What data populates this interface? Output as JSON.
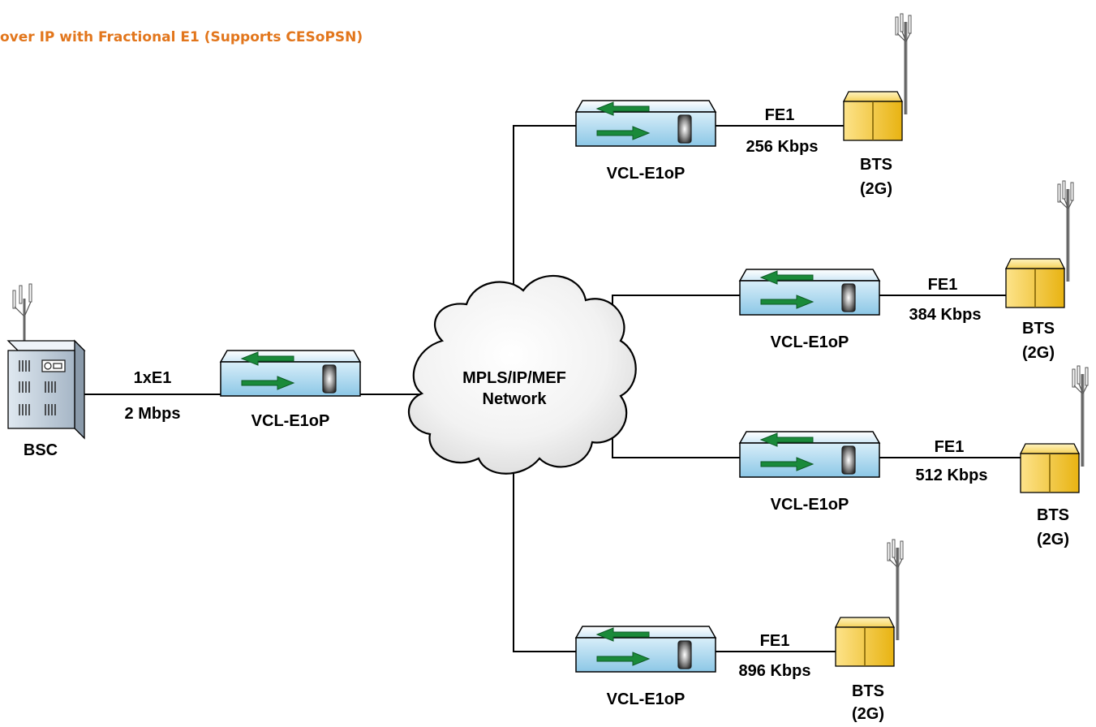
{
  "title": "over IP with Fractional E1 (Supports CESoPSN)",
  "colors": {
    "title": "#e2761c",
    "device_body": "#a9d6ee",
    "arrow": "#1a8a3a",
    "bts": "#f2c21f",
    "line": "#000000"
  },
  "bsc": {
    "label": "BSC",
    "link_top": "1xE1",
    "link_bottom": "2 Mbps"
  },
  "main_device": {
    "label": "VCL-E1oP"
  },
  "cloud": {
    "line1": "MPLS/IP/MEF",
    "line2": "Network"
  },
  "branches": [
    {
      "device_label": "VCL-E1oP",
      "link_top": "FE1",
      "link_bottom": "256 Kbps",
      "bts_line1": "BTS",
      "bts_line2": "(2G)"
    },
    {
      "device_label": "VCL-E1oP",
      "link_top": "FE1",
      "link_bottom": "384 Kbps",
      "bts_line1": "BTS",
      "bts_line2": "(2G)"
    },
    {
      "device_label": "VCL-E1oP",
      "link_top": "FE1",
      "link_bottom": "512 Kbps",
      "bts_line1": "BTS",
      "bts_line2": "(2G)"
    },
    {
      "device_label": "VCL-E1oP",
      "link_top": "FE1",
      "link_bottom": "896 Kbps",
      "bts_line1": "BTS",
      "bts_line2": "(2G)"
    }
  ]
}
